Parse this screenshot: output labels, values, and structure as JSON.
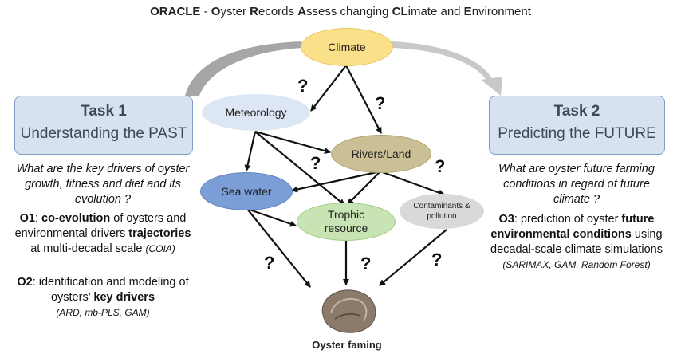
{
  "title": {
    "acronym": "ORACLE",
    "sep": " - ",
    "parts": [
      {
        "b": "O",
        "t": "yster "
      },
      {
        "b": "R",
        "t": "ecords "
      },
      {
        "b": "A",
        "t": "ssess changing "
      },
      {
        "b": "CL",
        "t": "imate and "
      },
      {
        "b": "E",
        "t": "nvironment"
      }
    ]
  },
  "task1": {
    "heading": "Task 1",
    "subtitle": "Understanding the PAST",
    "question": "What are the key drivers of oyster growth, fitness and diet and its evolution ?",
    "o1": {
      "label": "O1",
      "pre": ": ",
      "bold1": "co-evolution",
      "mid1": " of oysters and environmental drivers ",
      "bold2": "trajectories",
      "mid2": " at multi-decadal scale ",
      "methods": "(COIA)"
    },
    "o2": {
      "label": "O2",
      "pre": ": identification and modeling of oysters’ ",
      "bold1": "key drivers",
      "methods": "(ARD, mb-PLS, GAM)"
    }
  },
  "task2": {
    "heading": "Task 2",
    "subtitle": "Predicting the FUTURE",
    "question": "What are oyster future farming conditions in regard of future climate ?",
    "o3": {
      "label": "O3",
      "pre": ": prediction of oyster ",
      "bold1": "future environmental conditions",
      "mid1": " using decadal-scale climate simulations",
      "methods": "(SARIMAX, GAM, Random Forest)"
    }
  },
  "nodes": {
    "climate": {
      "label": "Climate",
      "color": "#fbe08a"
    },
    "meteorology": {
      "label": "Meteorology",
      "color": "#dde6f4"
    },
    "rivers": {
      "label": "Rivers/Land",
      "color": "#cbbf95"
    },
    "seawater": {
      "label": "Sea water",
      "color": "#7b9ed6"
    },
    "trophic": {
      "label": "Trophic resource",
      "color": "#c9e4b4"
    },
    "contaminants": {
      "label": "Contaminants & pollution",
      "color": "#d9d9d9"
    }
  },
  "question_mark": "?",
  "outcome": "Oyster faming"
}
